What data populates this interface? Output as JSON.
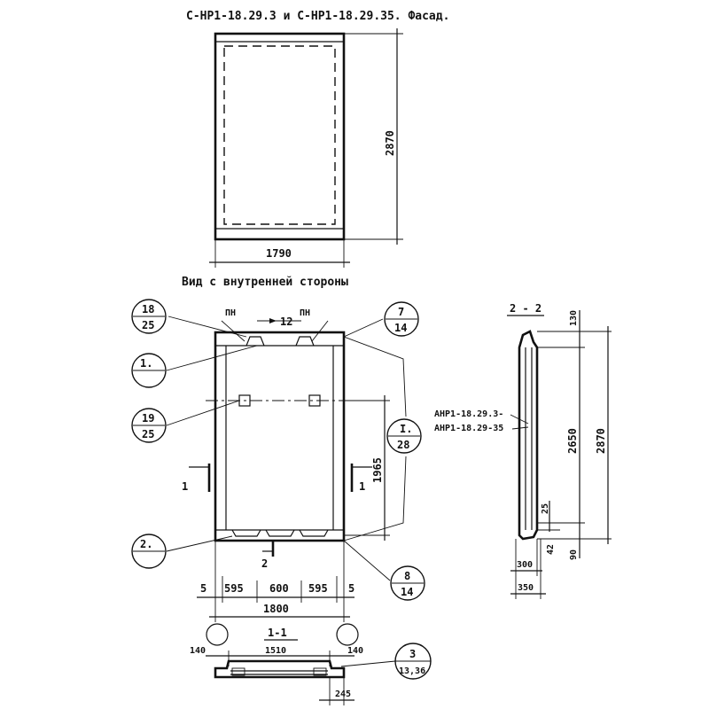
{
  "titles": {
    "facade": "С-НР1-18.29.3 и С-НР1-18.29.35. Фасад.",
    "inner_view": "Вид с внутренней стороны",
    "section_22": "2 - 2",
    "section_11": "1-1"
  },
  "dimensions": {
    "facade_height": "2870",
    "facade_width": "1790",
    "inner_1965": "1965",
    "inner_5_left": "5",
    "inner_595_left": "595",
    "inner_600": "600",
    "inner_595_right": "595",
    "inner_5_right": "5",
    "inner_total": "1800",
    "pn_spacing": "12",
    "sec_130": "130",
    "sec_2650": "2650",
    "sec_2870": "2870",
    "sec_25": "25",
    "sec_42": "42",
    "sec_90": "90",
    "sec_300": "300",
    "sec_350": "350",
    "s11_140_left": "140",
    "s11_1510": "1510",
    "s11_140_right": "140",
    "s11_245": "245"
  },
  "labels": {
    "pn_left": "ПН",
    "pn_right": "ПН",
    "anchor_1": "АНР1-18.29.3-",
    "anchor_2": "АНР1-18.29-35",
    "cut_1_left": "1",
    "cut_1_right": "1",
    "cut_2": "2"
  },
  "callouts": [
    {
      "top": "18",
      "bottom": "25"
    },
    {
      "top": "7",
      "bottom": "14"
    },
    {
      "top": "1.",
      "bottom": ""
    },
    {
      "top": "19",
      "bottom": "25"
    },
    {
      "top": "I.",
      "bottom": "28"
    },
    {
      "top": "2.",
      "bottom": ""
    },
    {
      "top": "8",
      "bottom": "14"
    },
    {
      "top": "3",
      "bottom": "13,36"
    }
  ]
}
